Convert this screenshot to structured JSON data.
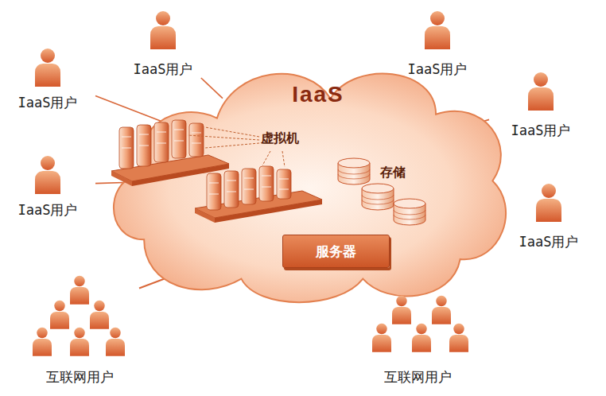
{
  "diagram": {
    "nodes": [
      {
        "text": [
          "IaaS"
        ]
      },
      {
        "text": [
          "服务器"
        ],
        "in": 0
      },
      {
        "text": [
          "IaaS用户"
        ]
      },
      {
        "text": [
          "IaaS用户"
        ]
      },
      {
        "text": [
          "IaaS用户"
        ]
      },
      {
        "text": [
          "IaaS用户"
        ]
      },
      {
        "text": [
          "IaaS用户"
        ]
      },
      {
        "text": [
          "IaaS用户"
        ]
      },
      {
        "text": [
          "互联网用户"
        ]
      },
      {
        "text": [
          "互联网用户"
        ]
      }
    ],
    "edges": [
      {
        "from": 2,
        "to": 0,
        "arrow": "none"
      },
      {
        "from": 3,
        "to": 0,
        "arrow": "none"
      },
      {
        "from": 4,
        "to": 0,
        "arrow": "none"
      },
      {
        "from": 5,
        "to": 0,
        "arrow": "none"
      },
      {
        "from": 6,
        "to": 0,
        "arrow": "none"
      },
      {
        "from": 7,
        "to": 0,
        "arrow": "none"
      },
      {
        "from": 8,
        "to": 0,
        "arrow": "none"
      },
      {
        "from": 9,
        "to": 0,
        "arrow": "none"
      }
    ],
    "labels": [
      "虚拟机",
      "存储"
    ]
  }
}
